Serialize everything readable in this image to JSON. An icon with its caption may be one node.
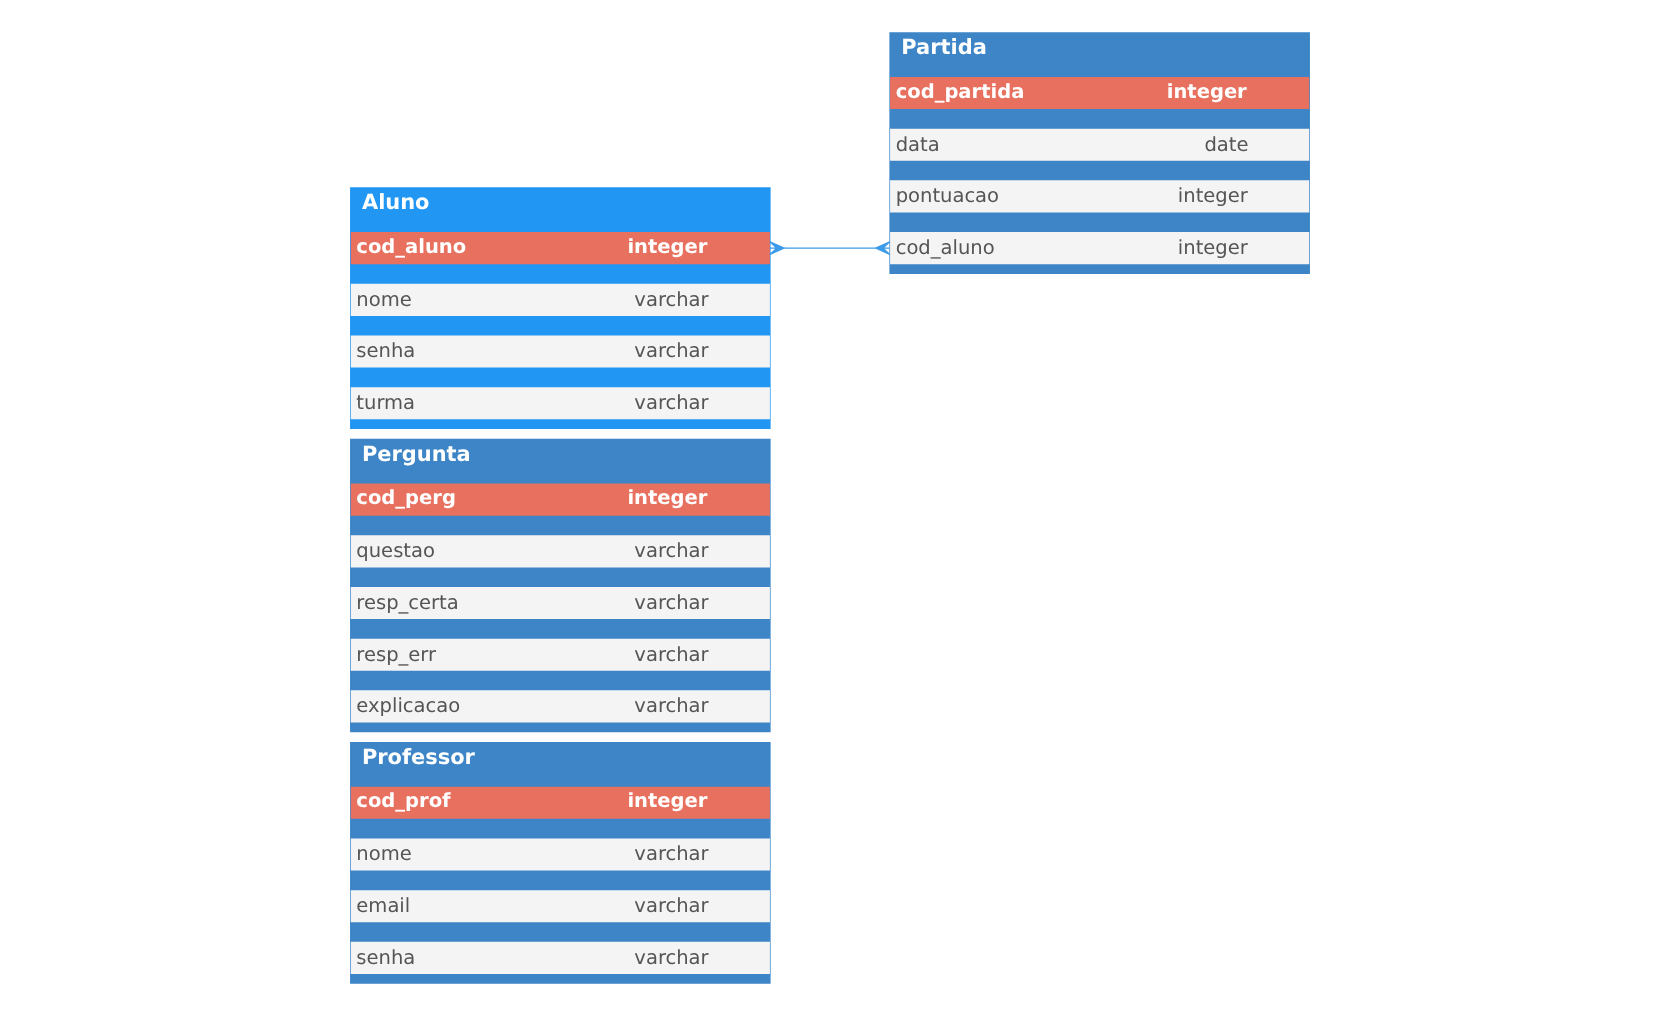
{
  "diagram": {
    "nodes": [
      {
        "text": [
          "Professor"
        ]
      },
      {
        "text": [
          "cod_prof",
          "integer"
        ],
        "in": 0
      },
      {
        "text": [
          "nome",
          "varchar"
        ],
        "in": 0
      },
      {
        "text": [
          "email",
          "varchar"
        ],
        "in": 0
      },
      {
        "text": [
          "senha",
          "varchar"
        ],
        "in": 0
      },
      {
        "text": [
          "Pergunta"
        ]
      },
      {
        "text": [
          "cod_perg",
          "integer"
        ],
        "in": 5
      },
      {
        "text": [
          "questao",
          "varchar"
        ],
        "in": 5
      },
      {
        "text": [
          "resp_certa",
          "varchar"
        ],
        "in": 5
      },
      {
        "text": [
          "resp_err",
          "varchar"
        ],
        "in": 5
      },
      {
        "text": [
          "explicacao",
          "varchar"
        ],
        "in": 5
      },
      {
        "text": [
          "Aluno"
        ]
      },
      {
        "text": [
          "cod_aluno",
          "integer"
        ],
        "in": 11
      },
      {
        "text": [
          "nome",
          "varchar"
        ],
        "in": 11
      },
      {
        "text": [
          "senha",
          "varchar"
        ],
        "in": 11
      },
      {
        "text": [
          "turma",
          "varchar"
        ],
        "in": 11
      },
      {
        "text": [
          "Partida"
        ]
      },
      {
        "text": [
          "cod_partida",
          "integer"
        ],
        "in": 16
      },
      {
        "text": [
          "data",
          "date"
        ],
        "in": 16
      },
      {
        "text": [
          "pontuacao",
          "integer"
        ],
        "in": 16
      },
      {
        "text": [
          "cod_aluno",
          "integer"
        ],
        "in": 16
      }
    ],
    "edges": [
      {
        "from": 12,
        "to": 20,
        "arrow": "other",
        "color": "#3d9be9"
      }
    ]
  }
}
